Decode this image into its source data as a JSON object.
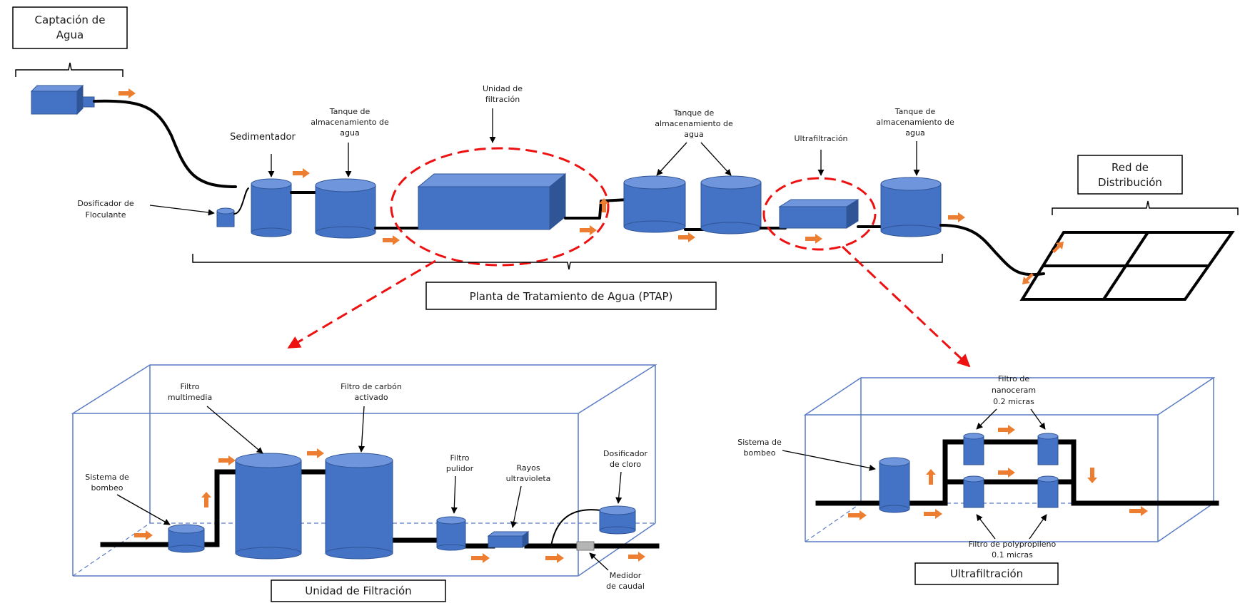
{
  "labels": {
    "captacion": [
      "Captación de",
      "Agua"
    ],
    "sedimentador": "Sedimentador",
    "dosificador_floculante": [
      "Dosificador de",
      "Floculante"
    ],
    "tanque1": [
      "Tanque de",
      "almacenamiento de",
      "agua"
    ],
    "unidad_filtracion_top": [
      "Unidad de",
      "filtración"
    ],
    "tanque2": [
      "Tanque de",
      "almacenamiento de",
      "agua"
    ],
    "ultrafiltracion_top": "Ultrafiltración",
    "tanque3": [
      "Tanque de",
      "almacenamiento de",
      "agua"
    ],
    "red_distribucion": [
      "Red de",
      "Distribución"
    ],
    "ptap": "Planta de Tratamiento de Agua (PTAP)",
    "filtro_multimedia": [
      "Filtro",
      "multimedia"
    ],
    "filtro_carbon": [
      "Filtro de carbón",
      "activado"
    ],
    "sistema_bombeo_1": [
      "Sistema de",
      "bombeo"
    ],
    "filtro_pulidor": [
      "Filtro",
      "pulidor"
    ],
    "rayos_uv": [
      "Rayos",
      "ultravioleta"
    ],
    "dosificador_cloro": [
      "Dosificador",
      "de cloro"
    ],
    "medidor_caudal": [
      "Medidor",
      "de caudal"
    ],
    "unidad_filtracion_caption": "Unidad de Filtración",
    "filtro_nanoceram": [
      "Filtro de",
      "nanoceram",
      "0.2 micras"
    ],
    "sistema_bombeo_2": [
      "Sistema de",
      "bombeo"
    ],
    "filtro_polypropileno": [
      "Filtro de polypropileno",
      "0.1 micras"
    ],
    "ultrafiltracion_caption": "Ultrafiltración"
  },
  "colors": {
    "equipment": "#4472c4",
    "equipment_dark": "#2f5597",
    "equipment_top": "#6f95dc",
    "arrow": "#ed7d31",
    "zoom": "#e11111",
    "enclosure": "#5a7cc6"
  }
}
